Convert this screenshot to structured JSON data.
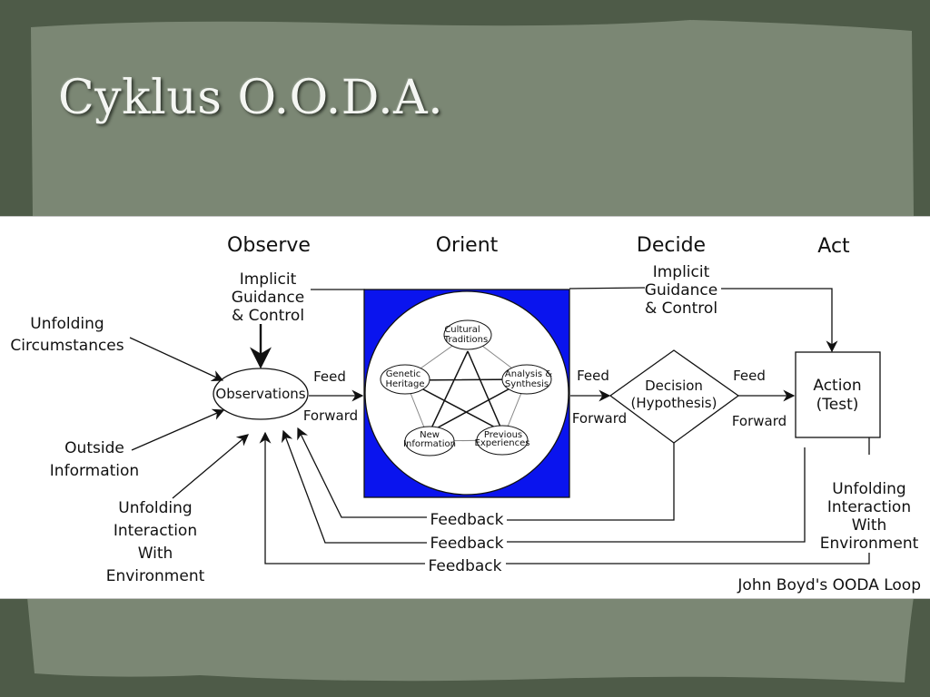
{
  "slide": {
    "title": "Cyklus O.O.D.A.",
    "colors": {
      "background": "#4d5a47",
      "parchment": "#7b8774",
      "orient_box": "#0a14ee"
    }
  },
  "diagram": {
    "phases": {
      "observe": "Observe",
      "orient": "Orient",
      "decide": "Decide",
      "act": "Act"
    },
    "implicit_left": [
      "Implicit",
      "Guidance",
      "& Control"
    ],
    "implicit_right": [
      "Implicit",
      "Guidance",
      "& Control"
    ],
    "unfolding_circumstances": [
      "Unfolding",
      "Circumstances"
    ],
    "outside_information": [
      "Outside",
      "Information"
    ],
    "unfolding_interaction_left": [
      "Unfolding",
      "Interaction",
      "With",
      "Environment"
    ],
    "unfolding_interaction_right": [
      "Unfolding",
      "Interaction",
      "With",
      "Environment"
    ],
    "observations": "Observations",
    "feed_forward_1": [
      "Feed",
      "Forward"
    ],
    "feed_forward_2": [
      "Feed",
      "Forward"
    ],
    "feed_forward_3": [
      "Feed",
      "Forward"
    ],
    "orient_nodes": {
      "cultural": [
        "Cultural",
        "Traditions"
      ],
      "genetic": [
        "Genetic",
        "Heritage"
      ],
      "analysis": [
        "Analysis &",
        "Synthesis"
      ],
      "new_info": [
        "New",
        "Information"
      ],
      "previous": [
        "Previous",
        "Experiences"
      ]
    },
    "decision": [
      "Decision",
      "(Hypothesis)"
    ],
    "action": [
      "Action",
      "(Test)"
    ],
    "feedback_labels": [
      "Feedback",
      "Feedback",
      "Feedback"
    ],
    "caption": "John Boyd's OODA Loop"
  }
}
